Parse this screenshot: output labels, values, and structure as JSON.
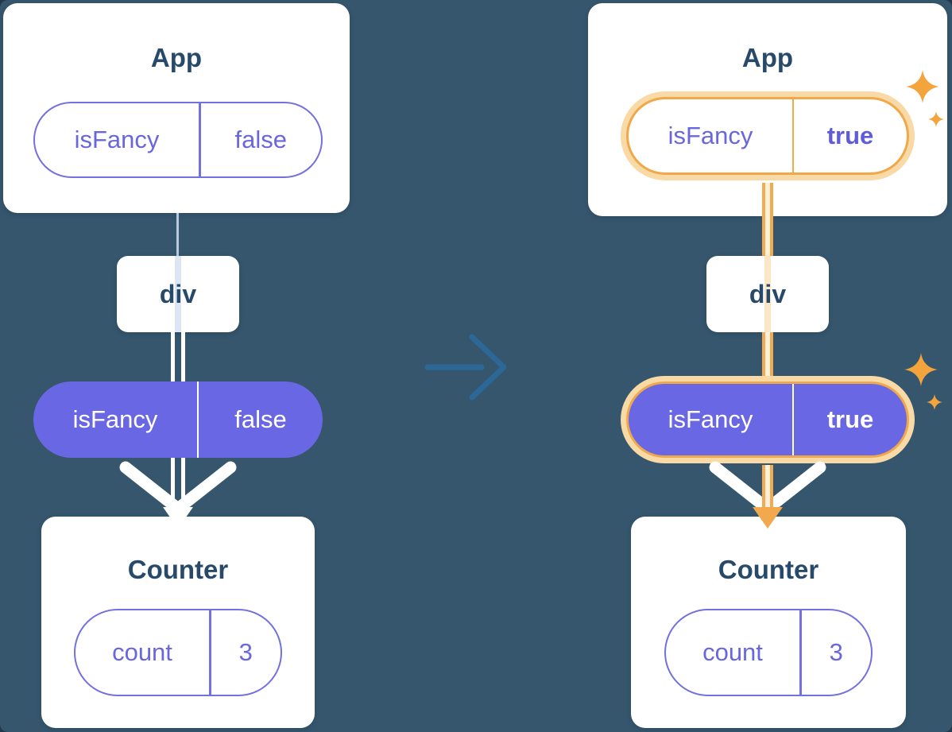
{
  "colors": {
    "background": "#35566c",
    "card": "#ffffff",
    "title_text": "#274a6b",
    "purple_fill": "#6a67e4",
    "purple_outline": "#7370e0",
    "purple_text": "#6a67dd",
    "orange_highlight": "#efa94a",
    "orange_glow": "#f9d9a6",
    "sparkle": "#f3a43c",
    "transition_arrow": "#2c6897",
    "connector_white": "#ffffff"
  },
  "left_tree": {
    "app": {
      "title": "App",
      "state_key": "isFancy",
      "state_value": "false"
    },
    "div_label": "div",
    "prop_key": "isFancy",
    "prop_value": "false",
    "counter": {
      "title": "Counter",
      "state_key": "count",
      "state_value": "3"
    }
  },
  "right_tree": {
    "app": {
      "title": "App",
      "state_key": "isFancy",
      "state_value": "true"
    },
    "div_label": "div",
    "prop_key": "isFancy",
    "prop_value": "true",
    "counter": {
      "title": "Counter",
      "state_key": "count",
      "state_value": "3"
    }
  }
}
